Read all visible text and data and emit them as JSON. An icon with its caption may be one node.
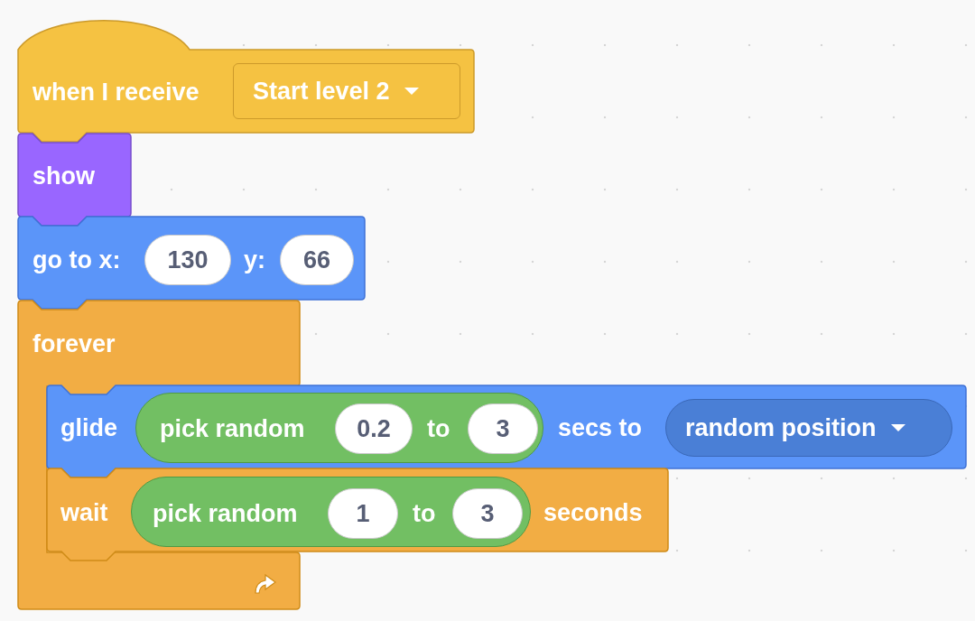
{
  "diagram": {
    "nodes": [
      {
        "text": [
          "when I receive"
        ]
      },
      {
        "text": [
          "Start level 2"
        ],
        "in": 0
      },
      {
        "text": [
          "show"
        ]
      },
      {
        "text": [
          "go to x:",
          "y:"
        ]
      },
      {
        "text": [
          "130"
        ],
        "in": 3
      },
      {
        "text": [
          "66"
        ],
        "in": 3
      },
      {
        "text": [
          "forever"
        ]
      },
      {
        "text": [
          "glide",
          "secs to"
        ]
      },
      {
        "text": [
          "pick random",
          "to"
        ],
        "in": 7
      },
      {
        "text": [
          "0.2"
        ],
        "in": 8
      },
      {
        "text": [
          "3"
        ],
        "in": 8
      },
      {
        "text": [
          "random position"
        ],
        "in": 7
      },
      {
        "text": [
          "wait",
          "seconds"
        ]
      },
      {
        "text": [
          "pick random",
          "to"
        ],
        "in": 12
      },
      {
        "text": [
          "1"
        ],
        "in": 13
      },
      {
        "text": [
          "3"
        ],
        "in": 13
      }
    ]
  }
}
